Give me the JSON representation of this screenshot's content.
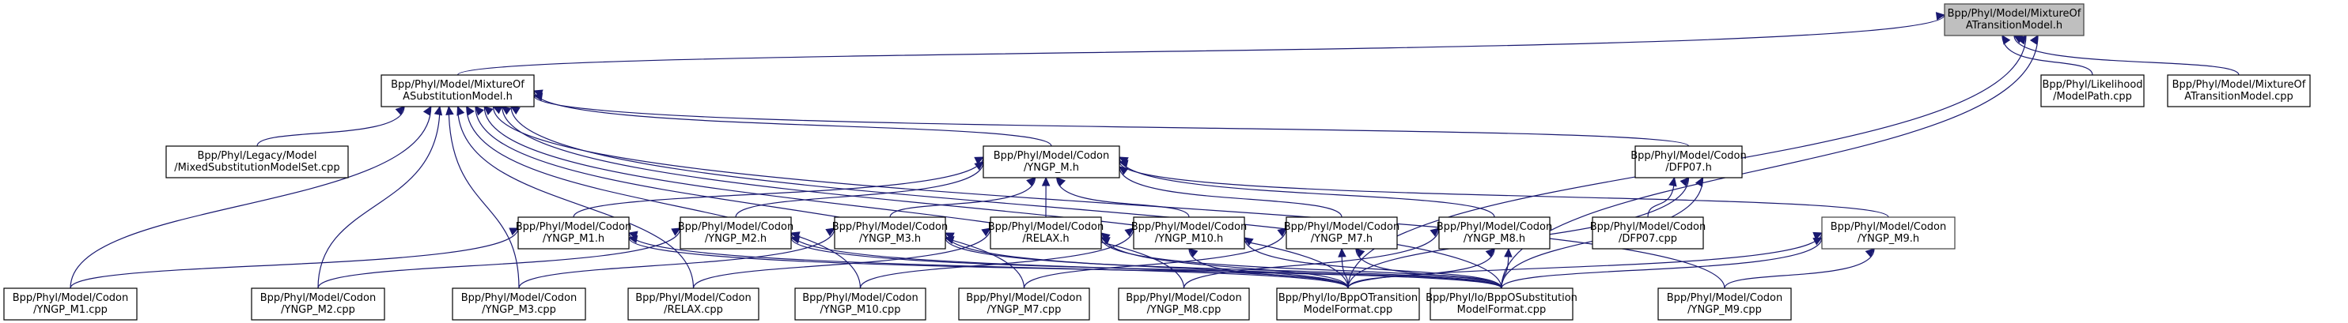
{
  "diagram": {
    "type": "include-dependency-graph",
    "edge_color": "#191970",
    "root_fill": "#bfbfbf",
    "nodes": [
      {
        "id": "root",
        "lines": [
          "Bpp/Phyl/Model/MixtureOf",
          "ATransitionModel.h"
        ],
        "root": true
      },
      {
        "id": "modelpath",
        "lines": [
          "Bpp/Phyl/Likelihood",
          "/ModelPath.cpp"
        ]
      },
      {
        "id": "mixtrans_cpp",
        "lines": [
          "Bpp/Phyl/Model/MixtureOf",
          "ATransitionModel.cpp"
        ]
      },
      {
        "id": "mixsub_h",
        "lines": [
          "Bpp/Phyl/Model/MixtureOf",
          "ASubstitutionModel.h"
        ]
      },
      {
        "id": "mixedset_cpp",
        "lines": [
          "Bpp/Phyl/Legacy/Model",
          "/MixedSubstitutionModelSet.cpp"
        ]
      },
      {
        "id": "yngp_m_h",
        "lines": [
          "Bpp/Phyl/Model/Codon",
          "/YNGP_M.h"
        ]
      },
      {
        "id": "dfp07_h",
        "lines": [
          "Bpp/Phyl/Model/Codon",
          "/DFP07.h"
        ]
      },
      {
        "id": "m1_h",
        "lines": [
          "Bpp/Phyl/Model/Codon",
          "/YNGP_M1.h"
        ]
      },
      {
        "id": "m2_h",
        "lines": [
          "Bpp/Phyl/Model/Codon",
          "/YNGP_M2.h"
        ]
      },
      {
        "id": "m3_h",
        "lines": [
          "Bpp/Phyl/Model/Codon",
          "/YNGP_M3.h"
        ]
      },
      {
        "id": "relax_h",
        "lines": [
          "Bpp/Phyl/Model/Codon",
          "/RELAX.h"
        ]
      },
      {
        "id": "m10_h",
        "lines": [
          "Bpp/Phyl/Model/Codon",
          "/YNGP_M10.h"
        ]
      },
      {
        "id": "m7_h",
        "lines": [
          "Bpp/Phyl/Model/Codon",
          "/YNGP_M7.h"
        ]
      },
      {
        "id": "m8_h",
        "lines": [
          "Bpp/Phyl/Model/Codon",
          "/YNGP_M8.h"
        ]
      },
      {
        "id": "dfp07_cpp",
        "lines": [
          "Bpp/Phyl/Model/Codon",
          "/DFP07.cpp"
        ]
      },
      {
        "id": "m9_h",
        "lines": [
          "Bpp/Phyl/Model/Codon",
          "/YNGP_M9.h"
        ],
        "gray": true
      },
      {
        "id": "m1_cpp",
        "lines": [
          "Bpp/Phyl/Model/Codon",
          "/YNGP_M1.cpp"
        ]
      },
      {
        "id": "m2_cpp",
        "lines": [
          "Bpp/Phyl/Model/Codon",
          "/YNGP_M2.cpp"
        ]
      },
      {
        "id": "m3_cpp",
        "lines": [
          "Bpp/Phyl/Model/Codon",
          "/YNGP_M3.cpp"
        ]
      },
      {
        "id": "relax_cpp",
        "lines": [
          "Bpp/Phyl/Model/Codon",
          "/RELAX.cpp"
        ]
      },
      {
        "id": "m10_cpp",
        "lines": [
          "Bpp/Phyl/Model/Codon",
          "/YNGP_M10.cpp"
        ]
      },
      {
        "id": "m7_cpp",
        "lines": [
          "Bpp/Phyl/Model/Codon",
          "/YNGP_M7.cpp"
        ]
      },
      {
        "id": "m8_cpp",
        "lines": [
          "Bpp/Phyl/Model/Codon",
          "/YNGP_M8.cpp"
        ]
      },
      {
        "id": "bppo_trans",
        "lines": [
          "Bpp/Phyl/Io/BppOTransition",
          "ModelFormat.cpp"
        ]
      },
      {
        "id": "bppo_subst",
        "lines": [
          "Bpp/Phyl/Io/BppOSubstitution",
          "ModelFormat.cpp"
        ]
      },
      {
        "id": "m9_cpp",
        "lines": [
          "Bpp/Phyl/Model/Codon",
          "/YNGP_M9.cpp"
        ]
      }
    ],
    "edges": [
      [
        "mixsub_h",
        "root"
      ],
      [
        "modelpath",
        "root"
      ],
      [
        "mixtrans_cpp",
        "root"
      ],
      [
        "bppo_trans",
        "root"
      ],
      [
        "bppo_subst",
        "root"
      ],
      [
        "mixedset_cpp",
        "mixsub_h"
      ],
      [
        "yngp_m_h",
        "mixsub_h"
      ],
      [
        "dfp07_h",
        "mixsub_h"
      ],
      [
        "m1_cpp",
        "mixsub_h"
      ],
      [
        "m2_cpp",
        "mixsub_h"
      ],
      [
        "m3_cpp",
        "mixsub_h"
      ],
      [
        "relax_cpp",
        "mixsub_h"
      ],
      [
        "m10_cpp",
        "mixsub_h"
      ],
      [
        "m7_cpp",
        "mixsub_h"
      ],
      [
        "m8_cpp",
        "mixsub_h"
      ],
      [
        "m9_cpp",
        "mixsub_h"
      ],
      [
        "bppo_trans",
        "mixsub_h"
      ],
      [
        "bppo_subst",
        "mixsub_h"
      ],
      [
        "m1_h",
        "yngp_m_h"
      ],
      [
        "m2_h",
        "yngp_m_h"
      ],
      [
        "m3_h",
        "yngp_m_h"
      ],
      [
        "relax_h",
        "yngp_m_h"
      ],
      [
        "m10_h",
        "yngp_m_h"
      ],
      [
        "m7_h",
        "yngp_m_h"
      ],
      [
        "m8_h",
        "yngp_m_h"
      ],
      [
        "m9_h",
        "yngp_m_h"
      ],
      [
        "dfp07_cpp",
        "dfp07_h"
      ],
      [
        "bppo_trans",
        "dfp07_h"
      ],
      [
        "bppo_subst",
        "dfp07_h"
      ],
      [
        "m1_cpp",
        "m1_h"
      ],
      [
        "bppo_trans",
        "m1_h"
      ],
      [
        "bppo_subst",
        "m1_h"
      ],
      [
        "m2_cpp",
        "m2_h"
      ],
      [
        "bppo_trans",
        "m2_h"
      ],
      [
        "bppo_subst",
        "m2_h"
      ],
      [
        "m3_cpp",
        "m3_h"
      ],
      [
        "bppo_trans",
        "m3_h"
      ],
      [
        "bppo_subst",
        "m3_h"
      ],
      [
        "relax_cpp",
        "relax_h"
      ],
      [
        "bppo_trans",
        "relax_h"
      ],
      [
        "bppo_subst",
        "relax_h"
      ],
      [
        "m10_cpp",
        "m10_h"
      ],
      [
        "bppo_trans",
        "m10_h"
      ],
      [
        "bppo_subst",
        "m10_h"
      ],
      [
        "m7_cpp",
        "m7_h"
      ],
      [
        "bppo_trans",
        "m7_h"
      ],
      [
        "bppo_subst",
        "m7_h"
      ],
      [
        "m8_cpp",
        "m8_h"
      ],
      [
        "bppo_trans",
        "m8_h"
      ],
      [
        "bppo_subst",
        "m8_h"
      ],
      [
        "m9_cpp",
        "m9_h"
      ],
      [
        "bppo_trans",
        "m9_h"
      ],
      [
        "bppo_subst",
        "m9_h"
      ]
    ]
  }
}
